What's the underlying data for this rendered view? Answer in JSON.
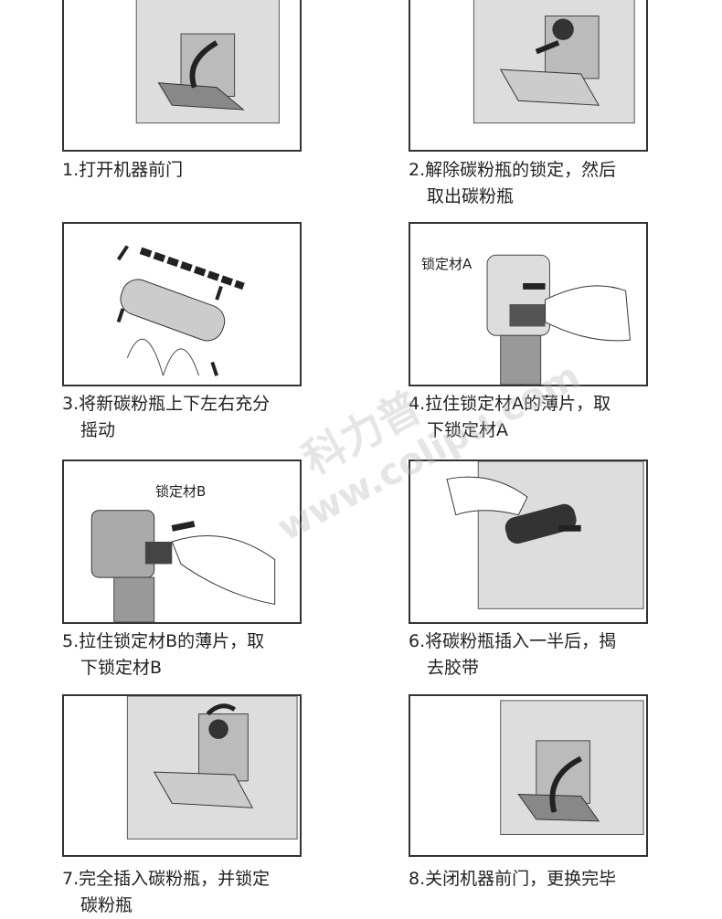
{
  "steps": [
    {
      "line1": "1.打开机器前门",
      "line2": ""
    },
    {
      "line1": "2.解除碳粉瓶的锁定，然后",
      "line2": "取出碳粉瓶"
    },
    {
      "line1": "3.将新碳粉瓶上下左右充分",
      "line2": "摇动"
    },
    {
      "line1": "4.拉住锁定材A的薄片，取",
      "line2": "下锁定材A"
    },
    {
      "line1": "5.拉住锁定材B的薄片，取",
      "line2": "下锁定材B"
    },
    {
      "line1": "6.将碳粉瓶插入一半后，揭",
      "line2": "去胶带"
    },
    {
      "line1": "7.完全插入碳粉瓶，并锁定",
      "line2": "碳粉瓶"
    },
    {
      "line1": "8.关闭机器前门，更换完毕",
      "line2": ""
    }
  ],
  "labels": {
    "lock_a": "锁定材A",
    "lock_b": "锁定材B"
  },
  "watermark": {
    "cn": "科力普",
    "en": "www.colipu.com"
  }
}
